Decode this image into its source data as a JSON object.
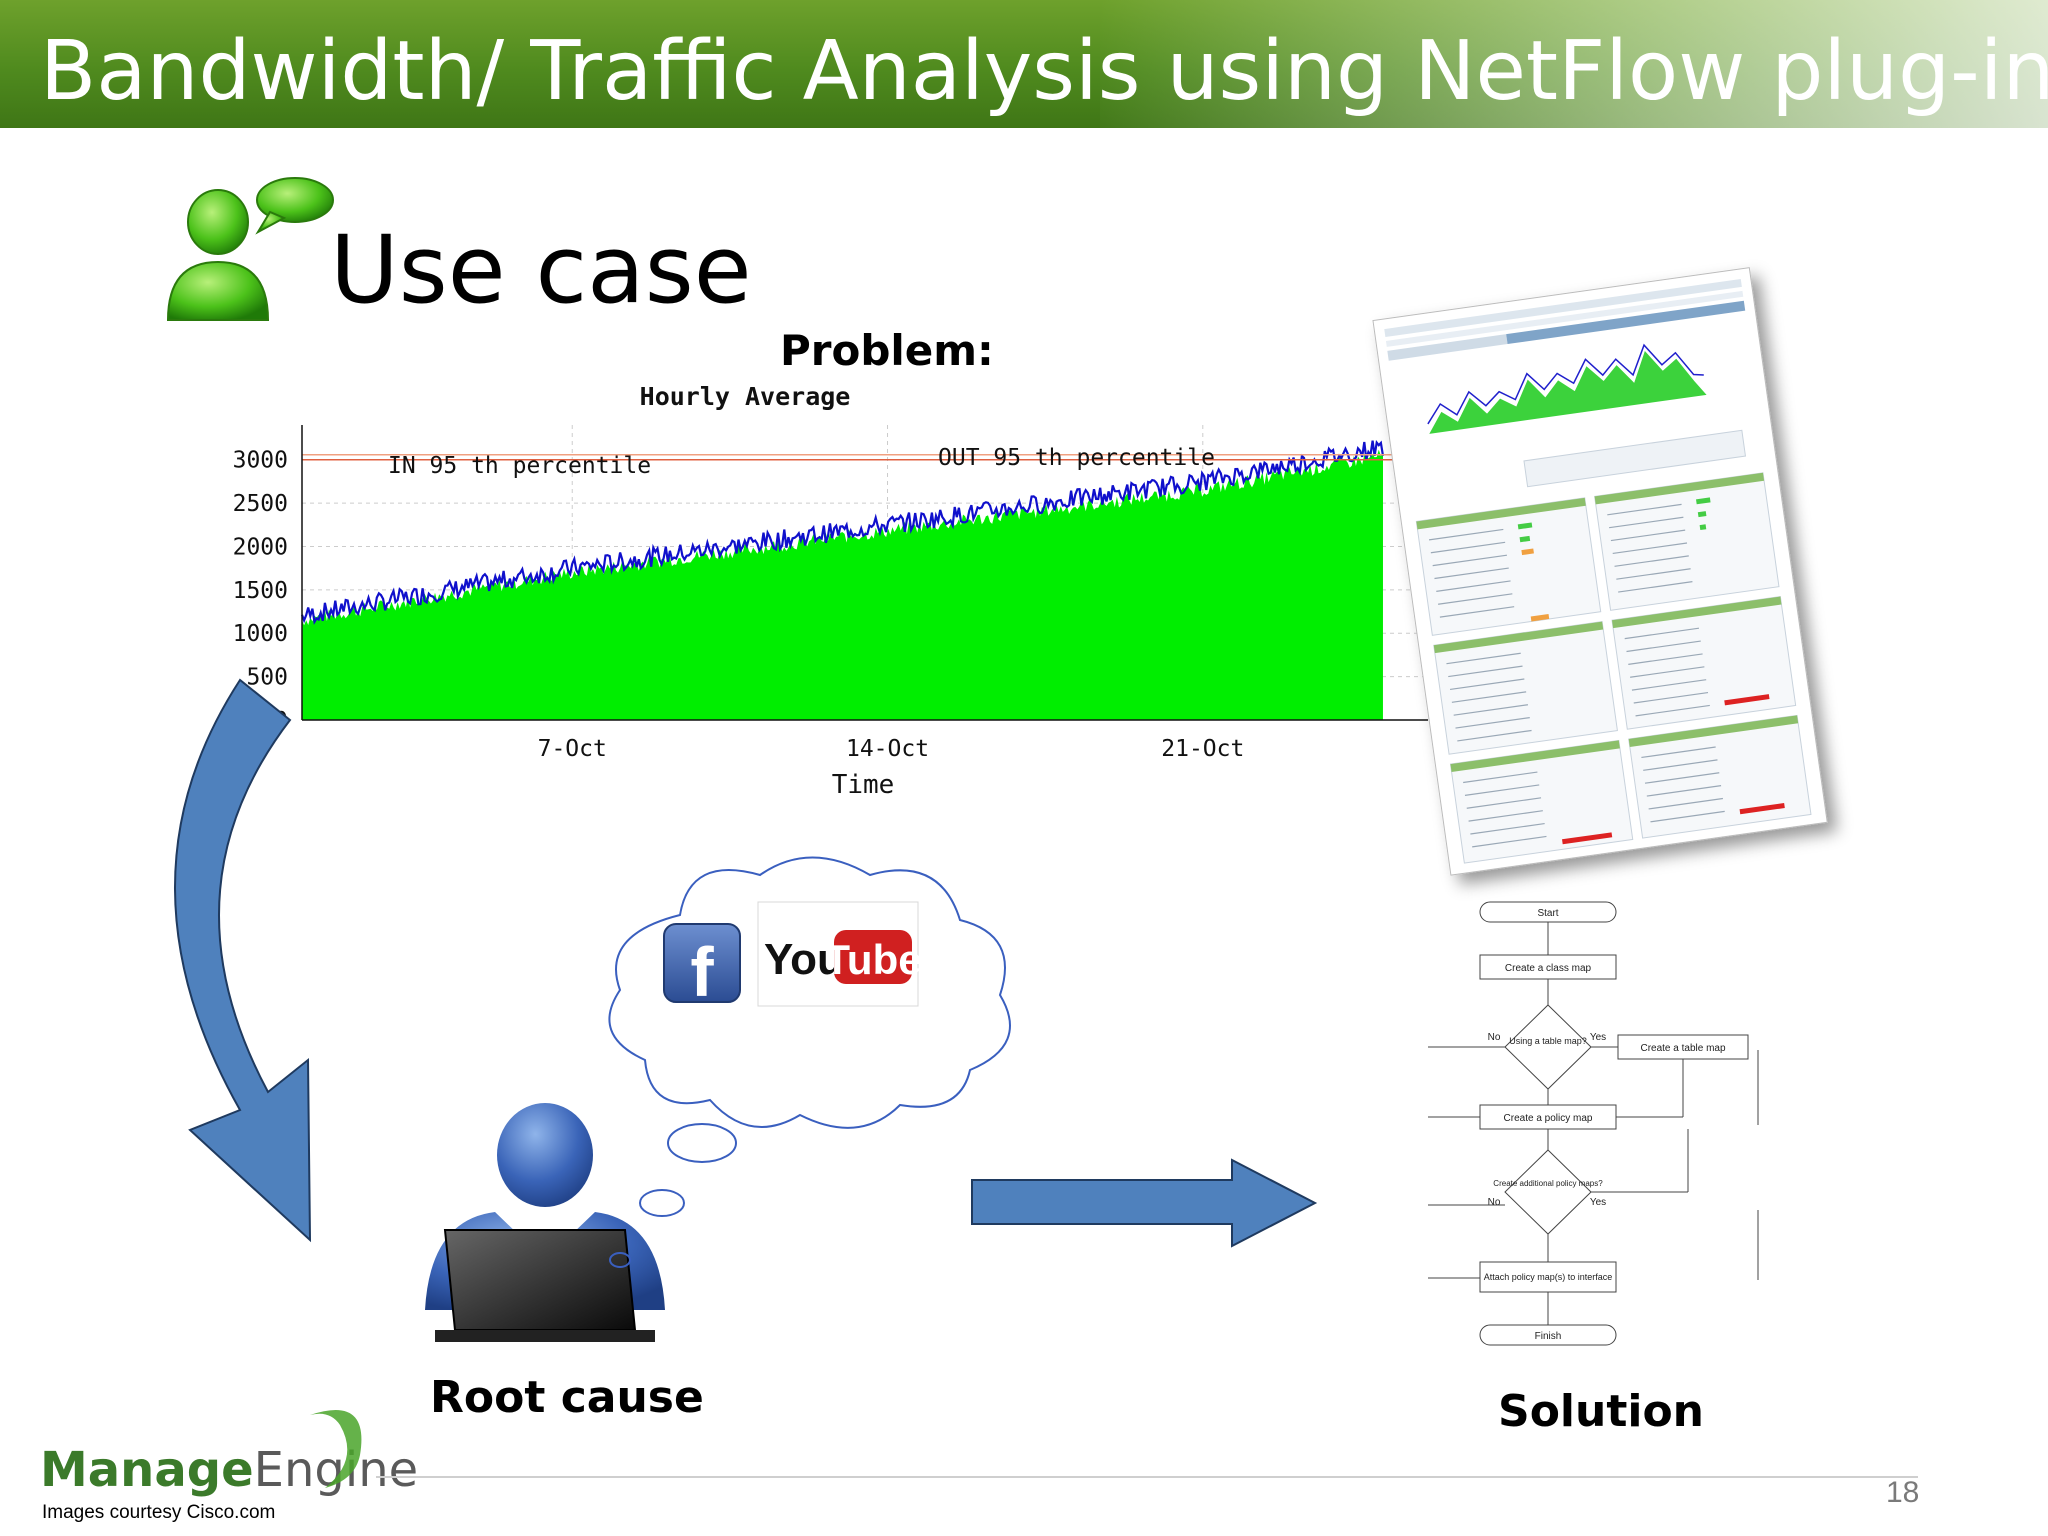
{
  "slide": {
    "title": "Bandwidth/ Traffic Analysis using NetFlow plug-in",
    "use_case": "Use case",
    "problem": "Problem:",
    "root_cause": "Root cause",
    "solution": "Solution",
    "page_number": "18",
    "courtesy": "Images courtesy Cisco.com",
    "brand_manage": "Manage",
    "brand_engine": "Engine"
  },
  "cloud_logos": {
    "facebook": "f",
    "youtube_you": "You",
    "youtube_tube": "Tube"
  },
  "chart_data": {
    "type": "area",
    "title": "Hourly Average",
    "xlabel": "Time",
    "ylabel": "",
    "x_tick_labels": [
      "7-Oct",
      "14-Oct",
      "21-Oct"
    ],
    "y_ticks": [
      0,
      500,
      1000,
      1500,
      2000,
      2500,
      3000
    ],
    "ylim": [
      0,
      3400
    ],
    "annotations": [
      "IN 95 th percentile",
      "OUT 95 th percentile"
    ],
    "percentile_value": 3000,
    "series": [
      {
        "color": "#00ee00",
        "x": [
          "1-Oct",
          "7-Oct",
          "14-Oct",
          "21-Oct",
          "25-Oct"
        ],
        "values": [
          1150,
          1700,
          2180,
          2650,
          3050
        ]
      },
      {
        "color": "#1010cc",
        "x": [
          "1-Oct",
          "7-Oct",
          "14-Oct",
          "21-Oct",
          "25-Oct"
        ],
        "values": [
          1200,
          1750,
          2250,
          2750,
          3150
        ]
      }
    ],
    "grid": true
  },
  "flowchart": {
    "nodes": [
      "Start",
      "Create a class map",
      "Using a table map?",
      "Create a table map",
      "Create a policy map",
      "Create additional policy maps?",
      "Attach policy map(s) to interface",
      "Finish"
    ],
    "labels": [
      "No",
      "Yes",
      "No",
      "Yes"
    ]
  },
  "colors": {
    "header_green": "#4f8a1e",
    "area_green": "#00ee00",
    "line_blue": "#1010cc",
    "arrow_blue": "#4f81bd",
    "brand_green": "#3b7a2a"
  }
}
